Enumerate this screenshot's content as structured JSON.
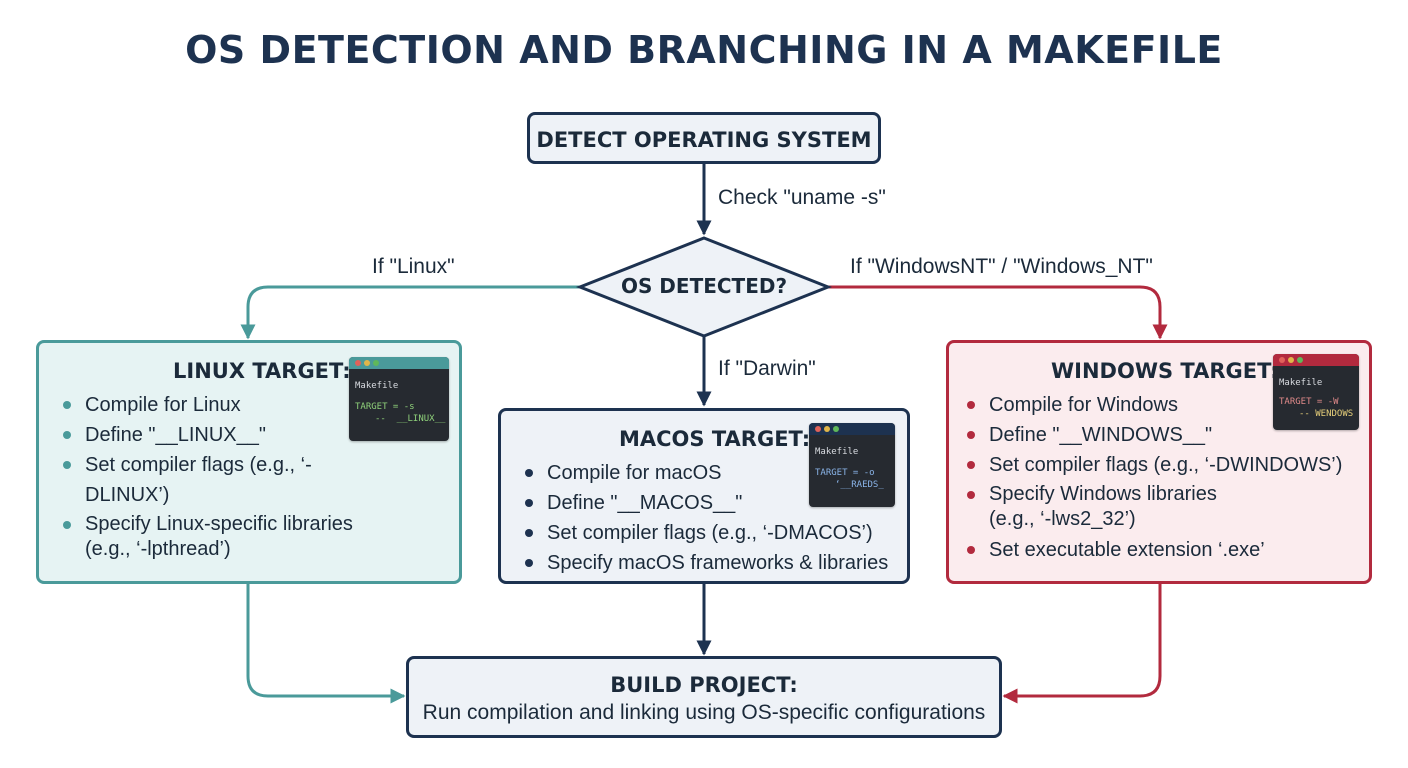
{
  "title": "OS DETECTION AND BRANCHING IN A MAKEFILE",
  "detect": {
    "label": "DETECT OPERATING SYSTEM"
  },
  "check_label": "Check \"uname -s\"",
  "decision": {
    "label": "OS DETECTED?"
  },
  "branches": {
    "linux": "If \"Linux\"",
    "darwin": "If \"Darwin\"",
    "windows": "If \"WindowsNT\" / \"Windows_NT\""
  },
  "linux": {
    "title": "LINUX TARGET:",
    "items": [
      "Compile for Linux",
      "Define \"__LINUX__\"",
      "Set compiler flags (e.g., ‘-DLINUX’)",
      "Specify Linux-specific libraries (e.g., ‘-lpthread’)"
    ],
    "code": {
      "file": "Makefile",
      "line1": "TARGET = -s",
      "line2": "--  __LINUX__"
    }
  },
  "macos": {
    "title": "MACOS TARGET:",
    "items": [
      "Compile for macOS",
      "Define \"__MACOS__\"",
      "Set compiler flags (e.g., ‘-DMACOS’)",
      "Specify macOS frameworks & libraries"
    ],
    "code": {
      "file": "Makefile",
      "line1": "TARGET = -o",
      "line2": "‘__RAEDS_"
    }
  },
  "windows": {
    "title": "WINDOWS TARGET:",
    "items": [
      "Compile for Windows",
      "Define \"__WINDOWS__\"",
      "Set compiler flags (e.g., ‘-DWINDOWS’)",
      "Specify Windows libraries (e.g., ‘-lws2_32’)",
      "Set executable extension ‘.exe’"
    ],
    "code": {
      "file": "Makefile",
      "line1": "TARGET = -W",
      "line2": "-- WENDOWS"
    }
  },
  "build": {
    "title": "BUILD PROJECT:",
    "subtitle": "Run compilation and linking using OS-specific configurations"
  },
  "colors": {
    "navy": "#1d3250",
    "teal": "#4a9a9a",
    "red": "#b22a3e"
  }
}
